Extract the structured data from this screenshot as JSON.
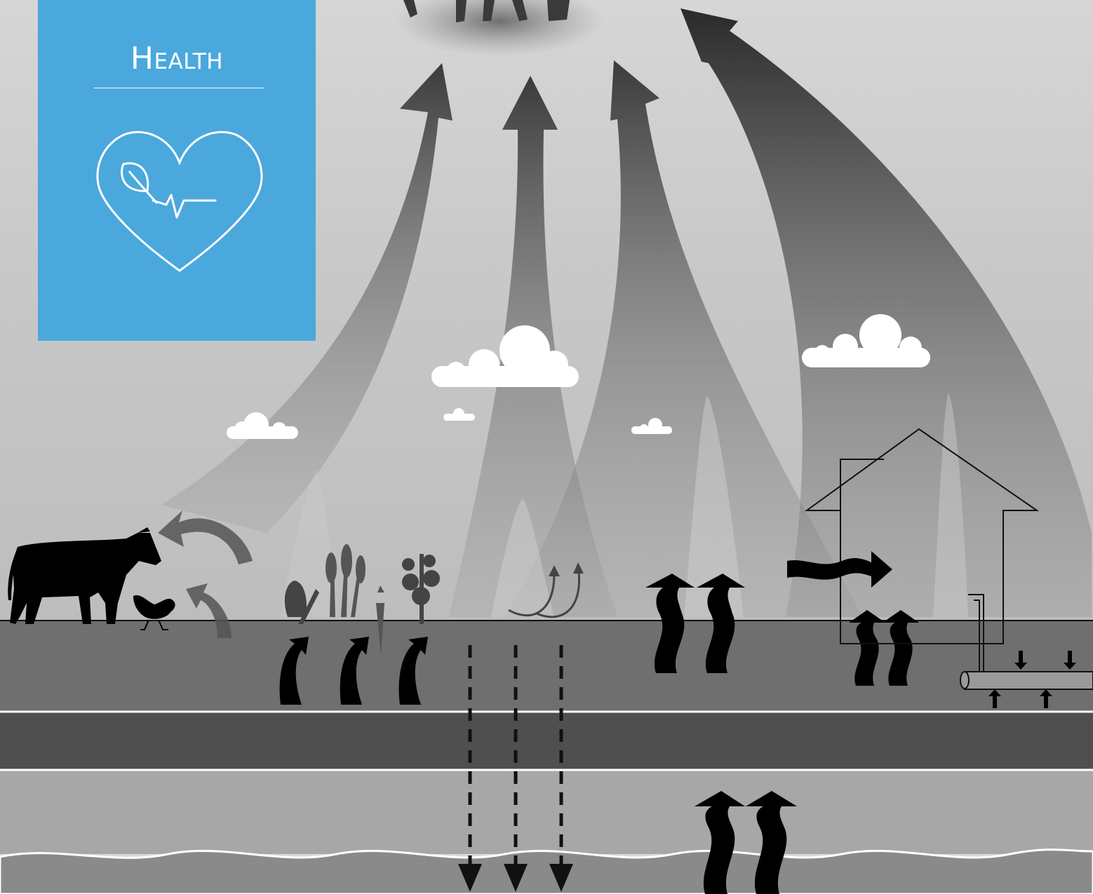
{
  "badge": {
    "title": "Health",
    "icon": "heart-leaf-pulse-icon",
    "color": "#4aa8dc"
  },
  "scene": {
    "elements": [
      "cow",
      "chicken",
      "corn",
      "wheat",
      "carrot",
      "tomato-plant",
      "house",
      "pipe",
      "clouds",
      "people"
    ],
    "colors": {
      "sky_top": "#cfcfcf",
      "sky_bottom": "#bdbdbd",
      "topsoil": "#6f6f6f",
      "subsoil": "#4f4f4f",
      "deep_layer": "#a7a7a7",
      "groundwater": "#8a8a8a",
      "arrow": "#000000",
      "cloud": "#ffffff"
    }
  }
}
